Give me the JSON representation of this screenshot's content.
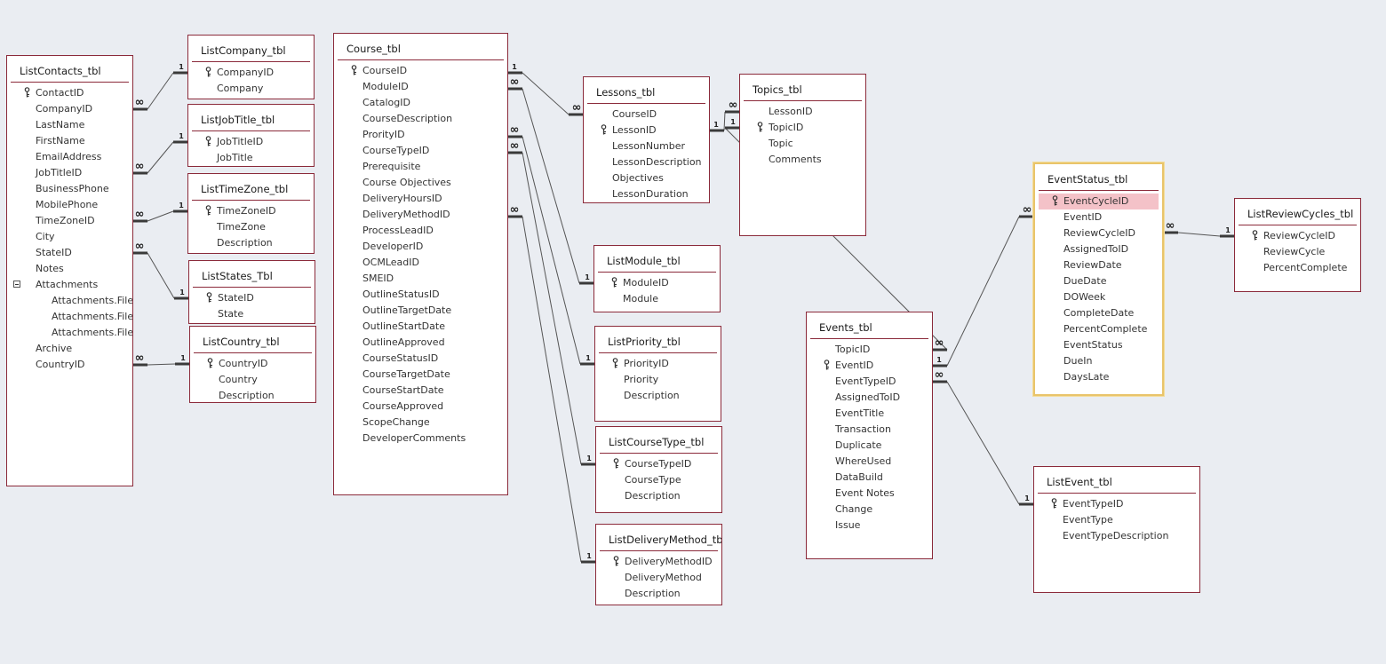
{
  "tables": [
    {
      "id": "ListContacts_tbl",
      "fields": [
        {
          "name": "ContactID",
          "pk": true
        },
        {
          "name": "CompanyID"
        },
        {
          "name": "LastName"
        },
        {
          "name": "FirstName"
        },
        {
          "name": "EmailAddress"
        },
        {
          "name": "JobTitleID"
        },
        {
          "name": "BusinessPhone"
        },
        {
          "name": "MobilePhone"
        },
        {
          "name": "TimeZoneID"
        },
        {
          "name": "City"
        },
        {
          "name": "StateID"
        },
        {
          "name": "Notes"
        },
        {
          "name": "Attachments",
          "collapse": true
        },
        {
          "name": "Attachments.FileI",
          "indent": true
        },
        {
          "name": "Attachments.FileI",
          "indent": true
        },
        {
          "name": "Attachments.File`",
          "indent": true
        },
        {
          "name": "Archive"
        },
        {
          "name": "CountryID"
        }
      ]
    },
    {
      "id": "ListCompany_tbl",
      "fields": [
        {
          "name": "CompanyID",
          "pk": true
        },
        {
          "name": "Company"
        }
      ]
    },
    {
      "id": "ListJobTitle_tbl",
      "fields": [
        {
          "name": "JobTitleID",
          "pk": true
        },
        {
          "name": "JobTitle"
        }
      ]
    },
    {
      "id": "ListTimeZone_tbl",
      "fields": [
        {
          "name": "TimeZoneID",
          "pk": true
        },
        {
          "name": "TimeZone"
        },
        {
          "name": "Description"
        }
      ]
    },
    {
      "id": "ListStates_Tbl",
      "fields": [
        {
          "name": "StateID",
          "pk": true
        },
        {
          "name": "State"
        }
      ]
    },
    {
      "id": "ListCountry_tbl",
      "fields": [
        {
          "name": "CountryID",
          "pk": true
        },
        {
          "name": "Country"
        },
        {
          "name": "Description"
        }
      ]
    },
    {
      "id": "Course_tbl",
      "fields": [
        {
          "name": "CourseID",
          "pk": true
        },
        {
          "name": "ModuleID"
        },
        {
          "name": "CatalogID"
        },
        {
          "name": "CourseDescription"
        },
        {
          "name": "ProrityID"
        },
        {
          "name": "CourseTypeID"
        },
        {
          "name": "Prerequisite"
        },
        {
          "name": "Course Objectives"
        },
        {
          "name": "DeliveryHoursID"
        },
        {
          "name": "DeliveryMethodID"
        },
        {
          "name": "ProcessLeadID"
        },
        {
          "name": "DeveloperID"
        },
        {
          "name": "OCMLeadID"
        },
        {
          "name": "SMEID"
        },
        {
          "name": "OutlineStatusID"
        },
        {
          "name": "OutlineTargetDate"
        },
        {
          "name": "OutlineStartDate"
        },
        {
          "name": "OutlineApproved"
        },
        {
          "name": "CourseStatusID"
        },
        {
          "name": "CourseTargetDate"
        },
        {
          "name": "CourseStartDate"
        },
        {
          "name": "CourseApproved"
        },
        {
          "name": "ScopeChange"
        },
        {
          "name": "DeveloperComments"
        }
      ]
    },
    {
      "id": "Lessons_tbl",
      "fields": [
        {
          "name": "CourseID"
        },
        {
          "name": "LessonID",
          "pk": true
        },
        {
          "name": "LessonNumber"
        },
        {
          "name": "LessonDescription"
        },
        {
          "name": "Objectives"
        },
        {
          "name": "LessonDuration"
        }
      ]
    },
    {
      "id": "Topics_tbl",
      "fields": [
        {
          "name": "LessonID"
        },
        {
          "name": "TopicID",
          "pk": true
        },
        {
          "name": "Topic"
        },
        {
          "name": "Comments"
        }
      ]
    },
    {
      "id": "ListModule_tbl",
      "fields": [
        {
          "name": "ModuleID",
          "pk": true
        },
        {
          "name": "Module"
        }
      ]
    },
    {
      "id": "ListPriority_tbl",
      "fields": [
        {
          "name": "PriorityID",
          "pk": true
        },
        {
          "name": "Priority"
        },
        {
          "name": "Description"
        }
      ]
    },
    {
      "id": "ListCourseType_tbl",
      "fields": [
        {
          "name": "CourseTypeID",
          "pk": true
        },
        {
          "name": "CourseType"
        },
        {
          "name": "Description"
        }
      ]
    },
    {
      "id": "ListDeliveryMethod_tbl",
      "fields": [
        {
          "name": "DeliveryMethodID",
          "pk": true
        },
        {
          "name": "DeliveryMethod"
        },
        {
          "name": "Description"
        }
      ]
    },
    {
      "id": "Events_tbl",
      "fields": [
        {
          "name": "TopicID"
        },
        {
          "name": "EventID",
          "pk": true
        },
        {
          "name": "EventTypeID"
        },
        {
          "name": "AssignedToID"
        },
        {
          "name": "EventTitle"
        },
        {
          "name": "Transaction"
        },
        {
          "name": "Duplicate"
        },
        {
          "name": "WhereUsed"
        },
        {
          "name": "DataBuild"
        },
        {
          "name": "Event Notes"
        },
        {
          "name": "Change"
        },
        {
          "name": "Issue"
        }
      ]
    },
    {
      "id": "EventStatus_tbl",
      "selected": true,
      "fields": [
        {
          "name": "EventCycleID",
          "pk": true,
          "highlight": true
        },
        {
          "name": "EventID"
        },
        {
          "name": "ReviewCycleID"
        },
        {
          "name": "AssignedToID"
        },
        {
          "name": "ReviewDate"
        },
        {
          "name": "DueDate"
        },
        {
          "name": "DOWeek"
        },
        {
          "name": "CompleteDate"
        },
        {
          "name": "PercentComplete"
        },
        {
          "name": "EventStatus"
        },
        {
          "name": "DueIn"
        },
        {
          "name": "DaysLate"
        }
      ]
    },
    {
      "id": "ListReviewCycles_tbl",
      "fields": [
        {
          "name": "ReviewCycleID",
          "pk": true
        },
        {
          "name": "ReviewCycle"
        },
        {
          "name": "PercentComplete"
        }
      ]
    },
    {
      "id": "ListEvent_tbl",
      "fields": [
        {
          "name": "EventTypeID",
          "pk": true
        },
        {
          "name": "EventType"
        },
        {
          "name": "EventTypeDescription"
        }
      ]
    }
  ],
  "relationships": [
    {
      "from": "ListContacts_tbl",
      "from_field": "CompanyID",
      "from_mult": "∞",
      "to": "ListCompany_tbl",
      "to_field": "CompanyID",
      "to_mult": "1"
    },
    {
      "from": "ListContacts_tbl",
      "from_field": "JobTitleID",
      "from_mult": "∞",
      "to": "ListJobTitle_tbl",
      "to_field": "JobTitleID",
      "to_mult": "1"
    },
    {
      "from": "ListContacts_tbl",
      "from_field": "TimeZoneID",
      "from_mult": "∞",
      "to": "ListTimeZone_tbl",
      "to_field": "TimeZoneID",
      "to_mult": "1"
    },
    {
      "from": "ListContacts_tbl",
      "from_field": "StateID",
      "from_mult": "∞",
      "to": "ListStates_Tbl",
      "to_field": "StateID",
      "to_mult": "1"
    },
    {
      "from": "ListContacts_tbl",
      "from_field": "CountryID",
      "from_mult": "∞",
      "to": "ListCountry_tbl",
      "to_field": "CountryID",
      "to_mult": "1"
    },
    {
      "from": "Course_tbl",
      "from_field": "CourseID",
      "from_mult": "1",
      "to": "Lessons_tbl",
      "to_field": "CourseID",
      "to_mult": "∞"
    },
    {
      "from": "Course_tbl",
      "from_field": "ModuleID",
      "from_mult": "∞",
      "to": "ListModule_tbl",
      "to_field": "ModuleID",
      "to_mult": "1"
    },
    {
      "from": "Course_tbl",
      "from_field": "ProrityID",
      "from_mult": "∞",
      "to": "ListPriority_tbl",
      "to_field": "PriorityID",
      "to_mult": "1"
    },
    {
      "from": "Course_tbl",
      "from_field": "CourseTypeID",
      "from_mult": "∞",
      "to": "ListCourseType_tbl",
      "to_field": "CourseTypeID",
      "to_mult": "1"
    },
    {
      "from": "Course_tbl",
      "from_field": "DeliveryMethodID",
      "from_mult": "∞",
      "to": "ListDeliveryMethod_tbl",
      "to_field": "DeliveryMethodID",
      "to_mult": "1"
    },
    {
      "from": "Lessons_tbl",
      "from_field": "LessonID",
      "from_mult": "1",
      "to": "Topics_tbl",
      "to_field": "LessonID",
      "to_mult": "∞"
    },
    {
      "from": "Topics_tbl",
      "from_field": "TopicID",
      "from_mult": "1",
      "to": "Events_tbl",
      "to_field": "TopicID",
      "to_mult": "∞"
    },
    {
      "from": "Events_tbl",
      "from_field": "EventID",
      "from_mult": "1",
      "to": "EventStatus_tbl",
      "to_field": "EventID",
      "to_mult": "∞"
    },
    {
      "from": "Events_tbl",
      "from_field": "EventTypeID",
      "from_mult": "∞",
      "to": "ListEvent_tbl",
      "to_field": "EventTypeID",
      "to_mult": "1"
    },
    {
      "from": "EventStatus_tbl",
      "from_field": "ReviewCycleID",
      "from_mult": "∞",
      "to": "ListReviewCycles_tbl",
      "to_field": "ReviewCycleID",
      "to_mult": "1"
    }
  ],
  "colors": {
    "border": "#8b2a3a",
    "selected": "#e9c46a",
    "highlight": "#f4c2c8",
    "line": "#444444",
    "background": "#eaedf2"
  },
  "icons": {
    "primary_key": "key-icon",
    "collapse": "minus-box-icon"
  }
}
